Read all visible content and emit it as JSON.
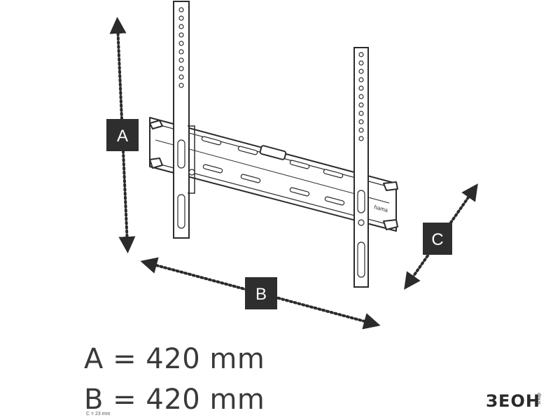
{
  "labels": {
    "a": "A",
    "b": "B",
    "c": "C"
  },
  "dimensions": {
    "a": "A = 420 mm",
    "b": "B = 420 mm",
    "c": "C = 23 mm"
  },
  "bracket": {
    "brand_mark": "hama"
  },
  "logo": {
    "text": "ЗЕОН",
    "side_text": "shop"
  },
  "colors": {
    "line": "#2b2b2b",
    "badge": "#2e2e2e",
    "text": "#3a3a3a"
  }
}
